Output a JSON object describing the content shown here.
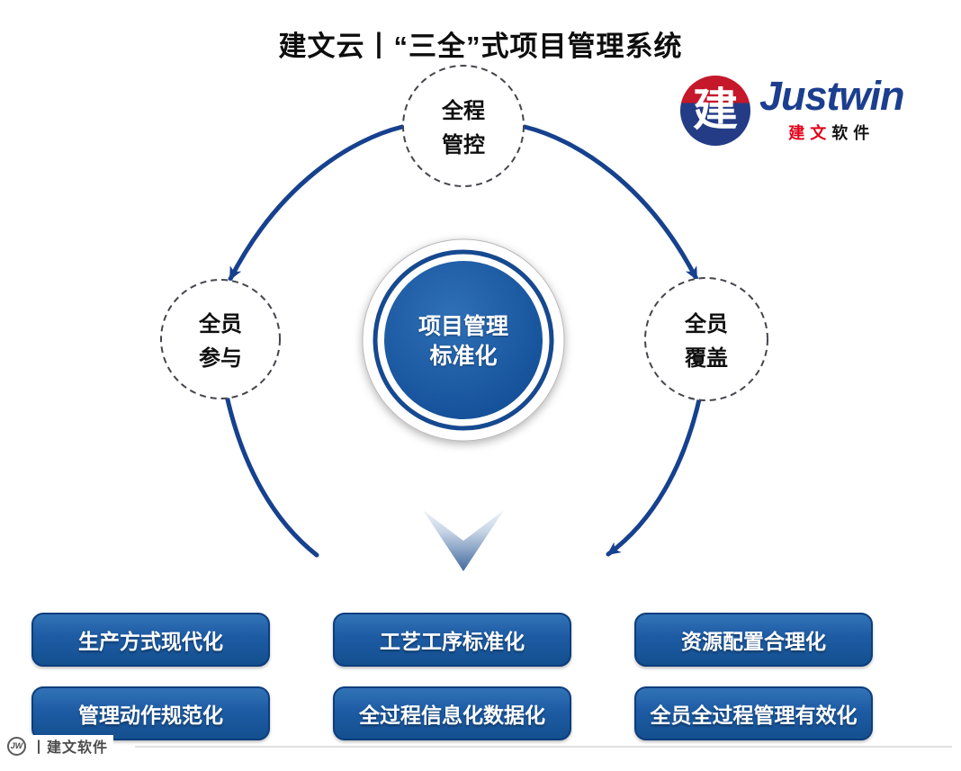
{
  "title": "建文云丨“三全”式项目管理系统",
  "logo": {
    "badge_char": "建",
    "brand": "Justwin",
    "tagline_red": "建文",
    "tagline_black": "软件"
  },
  "nodes": {
    "top": {
      "line1": "全程",
      "line2": "管控"
    },
    "left": {
      "line1": "全员",
      "line2": "参与"
    },
    "right": {
      "line1": "全员",
      "line2": "覆盖"
    },
    "center": {
      "line1": "项目管理",
      "line2": "标准化"
    }
  },
  "boxes": [
    {
      "label": "生产方式现代化"
    },
    {
      "label": "管理动作规范化"
    },
    {
      "label": "工艺工序标准化"
    },
    {
      "label": "全过程信息化数据化"
    },
    {
      "label": "资源配置合理化"
    },
    {
      "label": "全员全过程管理有效化"
    }
  ],
  "footer": {
    "mark": "JW",
    "text": "丨建文软件"
  },
  "colors": {
    "arc_blue": "#16418f",
    "center_circle_blue": "#16539c",
    "box_blue_top": "#3273b6",
    "box_blue_bottom": "#14508f",
    "box_border": "#0e3d7c",
    "badge_red": "#c5182b",
    "badge_navy": "#243c86",
    "brand_navy": "#1b3e8e",
    "tagline_red": "#e2001a",
    "dashed_gray": "#45454d",
    "text_black": "#0d0d0d",
    "footer_gray": "#4c4c4c"
  }
}
